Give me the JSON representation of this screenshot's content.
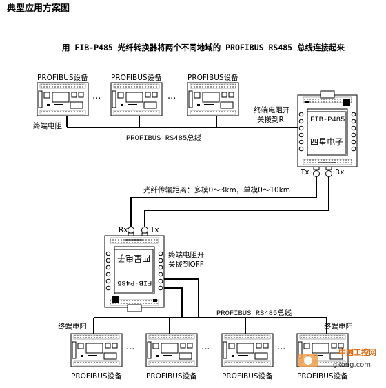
{
  "header": {
    "heading": "典型应用方案图",
    "subtitle": "用 FIB-P485 光纤转换器将两个不同地域的 PROFIBUS RS485 总线连接起来"
  },
  "top_network": {
    "devices": [
      "PROFIBUS设备",
      "PROFIBUS设备",
      "PROFIBUS设备"
    ],
    "ellipsis": [
      "···",
      "···"
    ],
    "terminal_label": "终端电阻",
    "bus_label": "PROFIBUS RS485总线",
    "switch_note_line1": "终端电阻开",
    "switch_note_line2": "关拨到R"
  },
  "converter_top": {
    "model": "FIB-P485",
    "brand": "四星电子",
    "tx": "Tx",
    "rx": "Rx"
  },
  "fiber": {
    "distance_label": "光纤传输距离：多模0～3km，单模0～10km"
  },
  "converter_bottom": {
    "model": "FIB-P485",
    "brand": "四星电子",
    "rx": "Rx",
    "tx": "Tx",
    "switch_note_line1": "终端电阻开",
    "switch_note_line2": "关拨到OFF"
  },
  "bottom_network": {
    "devices": [
      "PROFIBUS设备",
      "PROFIBUS设备",
      "PROFIBUS设备",
      "PROFIBUS设备"
    ],
    "ellipsis": [
      "···",
      "···",
      "···"
    ],
    "terminal_left": "终端电阻",
    "terminal_right": "终端电阻",
    "bus_label": "PROFIBUS RS485总线"
  },
  "watermark": {
    "brand": "中国工控网",
    "url": "gkong.com"
  }
}
